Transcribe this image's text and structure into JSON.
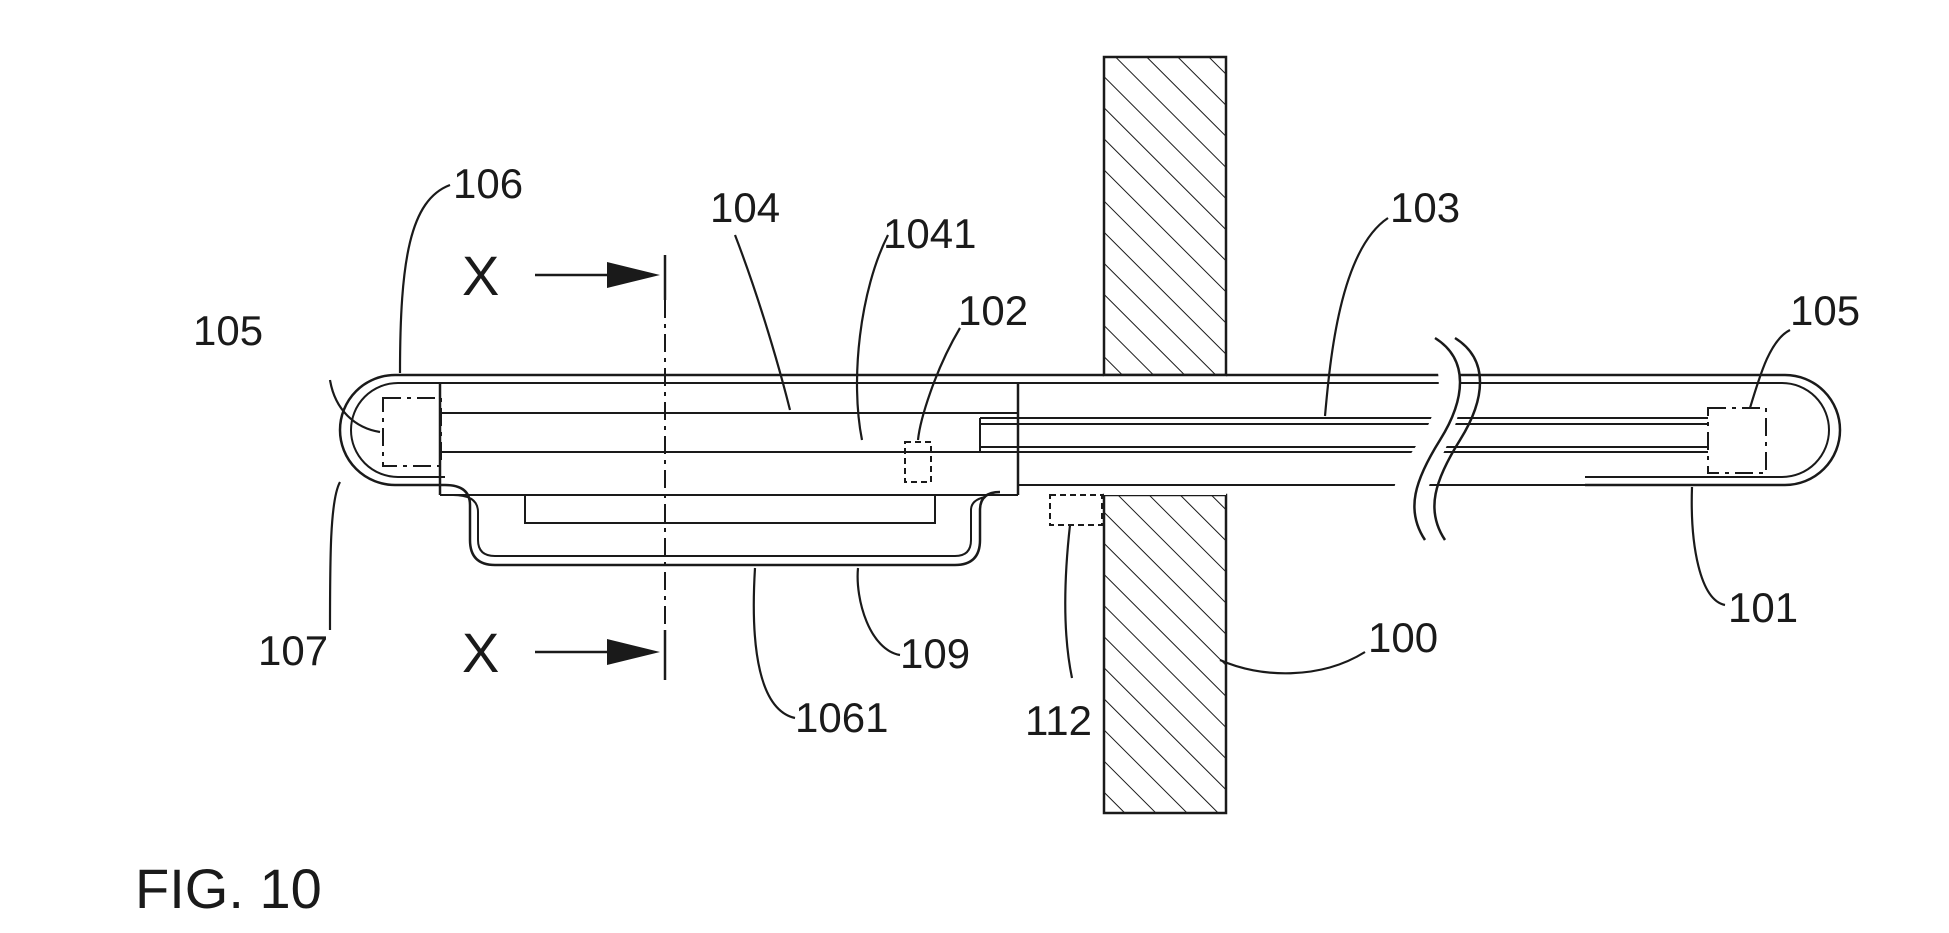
{
  "figure": {
    "caption": "FIG. 10",
    "section_marks": {
      "top": "X",
      "bottom": "X"
    },
    "labels": {
      "l100": "100",
      "l101": "101",
      "l102": "102",
      "l103": "103",
      "l104": "104",
      "l1041": "1041",
      "l105_left": "105",
      "l105_right": "105",
      "l106": "106",
      "l1061": "1061",
      "l107": "107",
      "l109": "109",
      "l112": "112"
    },
    "colors": {
      "ink": "#1a1a1a",
      "background": "#ffffff"
    }
  }
}
